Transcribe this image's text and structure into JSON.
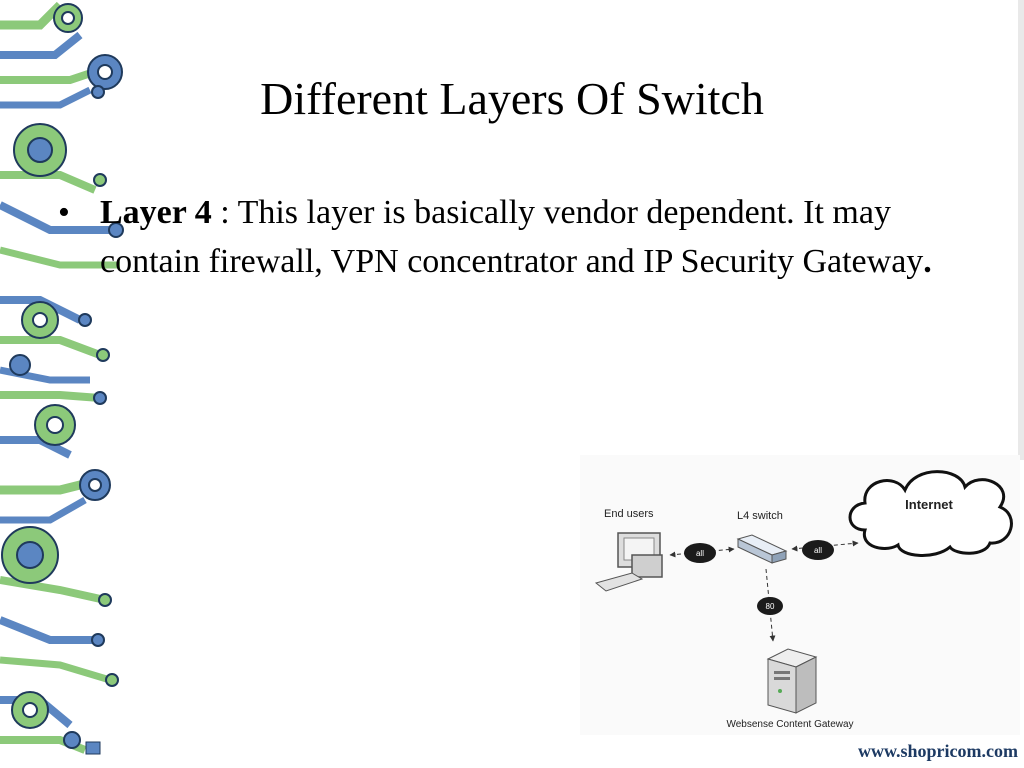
{
  "slide": {
    "title": "Different Layers Of Switch",
    "bullet": {
      "marker": "•",
      "term": "Layer 4",
      "separator": " : ",
      "text": "This layer is basically vendor dependent. It may contain firewall, VPN concentrator and IP Security Gateway",
      "end_mark": "."
    }
  },
  "diagram": {
    "end_users_label": "End users",
    "switch_label": "L4 switch",
    "internet_label": "Internet",
    "gateway_label": "Websense Content Gateway",
    "badge_left": "all",
    "badge_right": "all",
    "badge_down": "80"
  },
  "footer": {
    "url": "www.shopricom.com"
  },
  "colors": {
    "circuit_green": "#8cc97a",
    "circuit_blue": "#5b86c2",
    "circuit_outline": "#1f3a5c",
    "footer_url": "#1d3a63"
  }
}
